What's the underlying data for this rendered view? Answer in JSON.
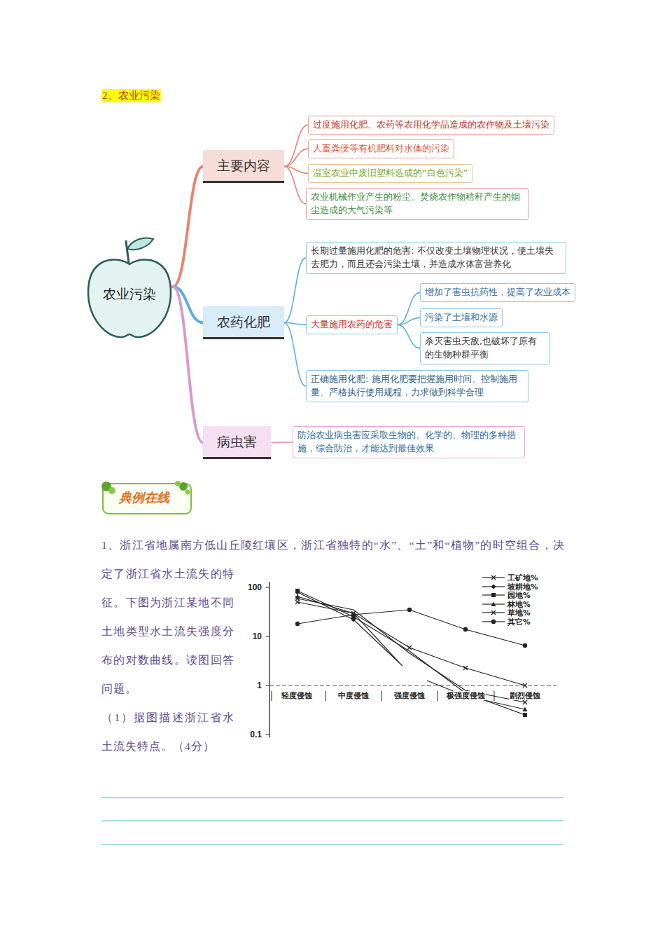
{
  "diagram": {
    "title": "2、农业污染",
    "nodes": [
      {
        "text": [
          "农业污染"
        ]
      },
      {
        "text": [
          "主要内容"
        ]
      },
      {
        "text": [
          "过度施用化肥、农药等农用化学品造成的农作物及土壤污染"
        ]
      },
      {
        "text": [
          "人畜粪便等有机肥料对水体的污染"
        ]
      },
      {
        "text": [
          "温室农业中废旧塑料造成的“白色污染”"
        ]
      },
      {
        "text": [
          "农业机械作业产生的粉尘、焚烧农作物秸秆产生的烟尘造成的大气污染等"
        ]
      },
      {
        "text": [
          "农药化肥"
        ]
      },
      {
        "text": [
          "长期过量施用化肥的危害: 不仅改变土壤物理状况，使土壤失去肥力，而且还会污染土壤，并造成水体富营养化"
        ]
      },
      {
        "text": [
          "大量施用农药的危害"
        ]
      },
      {
        "text": [
          "增加了害虫抗药性，提高了农业成本"
        ]
      },
      {
        "text": [
          "污染了土壤和水源"
        ]
      },
      {
        "text": [
          "杀灭害虫天敌,也破坏了原有的生物种群平衡"
        ]
      },
      {
        "text": [
          "正确施用化肥: 施用化肥要把握施用时间、控制施用量、严格执行使用规程，力求做到科学合理"
        ]
      },
      {
        "text": [
          "病虫害"
        ]
      },
      {
        "text": [
          "防治农业病虫害应采取生物的、化学的、物理的多种措施，综合防治，才能达到最佳效果"
        ]
      }
    ],
    "edges": [
      {
        "from": 0,
        "to": 1,
        "arrow": "none"
      },
      {
        "from": 1,
        "to": 2,
        "arrow": "none"
      },
      {
        "from": 1,
        "to": 3,
        "arrow": "none"
      },
      {
        "from": 1,
        "to": 4,
        "arrow": "none"
      },
      {
        "from": 1,
        "to": 5,
        "arrow": "none"
      },
      {
        "from": 0,
        "to": 6,
        "arrow": "none"
      },
      {
        "from": 6,
        "to": 7,
        "arrow": "none"
      },
      {
        "from": 6,
        "to": 8,
        "arrow": "none"
      },
      {
        "from": 8,
        "to": 9,
        "arrow": "none"
      },
      {
        "from": 8,
        "to": 10,
        "arrow": "none"
      },
      {
        "from": 8,
        "to": 11,
        "arrow": "none"
      },
      {
        "from": 6,
        "to": 12,
        "arrow": "none"
      },
      {
        "from": 0,
        "to": 13,
        "arrow": "none"
      },
      {
        "from": 13,
        "to": 14,
        "arrow": "none"
      }
    ],
    "labels": [
      "典例在线",
      "1、浙江省地属南方低山丘陵红壤区，浙江省独特的“水”、“土”和“植物”的时空组合，决定了浙江省水土流失的特征。下图为浙江某地不同土地类型水土流失强度分布的对数曲线。读图回答问题。",
      "（1）据图描述浙江省水土流失特点。（4分）",
      "100",
      "10",
      "1",
      "0.1",
      "轻度侵蚀",
      "中度侵蚀",
      "强度侵蚀",
      "极强度侵蚀",
      "剧烈侵蚀"
    ],
    "legend": [
      {
        "text": "工矿地%"
      },
      {
        "text": "坡耕地%"
      },
      {
        "text": "园地%"
      },
      {
        "text": "林地%"
      },
      {
        "text": "草地%"
      },
      {
        "text": "其它%"
      }
    ]
  }
}
